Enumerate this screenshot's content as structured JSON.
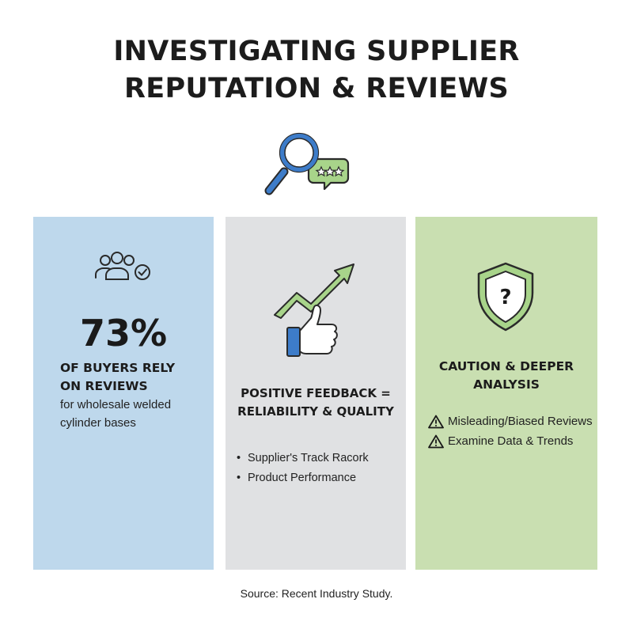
{
  "title": {
    "line1": "INVESTIGATING SUPPLIER",
    "line2": "REPUTATION & REVIEWS"
  },
  "icons": {
    "hero": "magnifier-review-stars-icon",
    "panel1": "group-check-icon",
    "panel2": "trend-thumbs-up-icon",
    "panel3": "shield-question-icon",
    "warning": "warning-triangle-icon"
  },
  "panel_buyers": {
    "stat": "73%",
    "heading_line1": "OF BUYERS RELY",
    "heading_line2": "ON REVIEWS",
    "sub_line1": "for wholesale welded",
    "sub_line2": "cylinder bases"
  },
  "panel_positive": {
    "heading_line1": "POSITIVE FEEDBACK =",
    "heading_line2": "RELIABILITY & QUALITY",
    "bullets": [
      "Supplier's Track Racork",
      "Product Performance"
    ]
  },
  "panel_caution": {
    "heading_line1": "CAUTION & DEEPER",
    "heading_line2": "ANALYSIS",
    "warnings": [
      "Misleading/Biased Reviews",
      "Examine Data & Trends"
    ]
  },
  "source": "Source: Recent Industry Study.",
  "colors": {
    "panel_blue": "#bed8ec",
    "panel_gray": "#e0e1e3",
    "panel_green": "#c9dfb1",
    "accent_blue": "#3d7cc9",
    "accent_green": "#8fc46f"
  }
}
